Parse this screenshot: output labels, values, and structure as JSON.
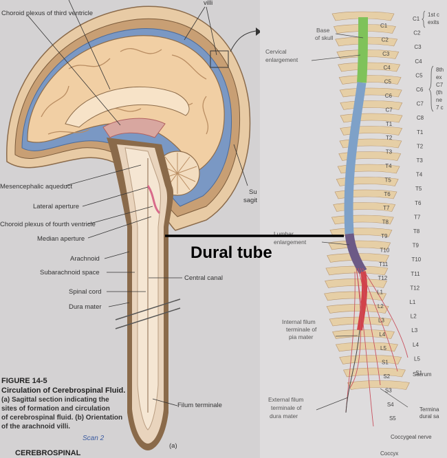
{
  "left": {
    "labels": {
      "choroid_plexus_third": "Choroid plexus of third ventricle",
      "villi": "villi",
      "mesencephalic_aqueduct": "Mesencephalic aqueduct",
      "lateral_aperture": "Lateral aperture",
      "choroid_plexus_fourth": "Choroid plexus of fourth ventricle",
      "median_aperture": "Median aperture",
      "arachnoid": "Arachnoid",
      "subarachnoid_space": "Subarachnoid space",
      "spinal_cord": "Spinal cord",
      "dura_mater": "Dura mater",
      "central_canal": "Central canal",
      "filum_terminale": "Filum terminale",
      "sup_sagittal_1": "Su",
      "sup_sagittal_2": "sagit",
      "panel_letter": "(a)"
    },
    "figure": {
      "number": "FIGURE 14-5",
      "title": "Circulation of Cerebrospinal Fluid.",
      "caption_lines": [
        "(a) Sagittal section indicating the",
        "sites of formation and circulation",
        "of cerebrospinal fluid. (b) Orientation",
        "of the arachnoid villi."
      ],
      "scan": "Scan 2",
      "next_heading": "CEREBROSPINAL"
    }
  },
  "overlay": {
    "title": "Dural tube"
  },
  "right": {
    "labels": {
      "base_of_skull_1": "Base",
      "base_of_skull_2": "of skull",
      "cervical_1": "Cervical",
      "cervical_2": "enlargement",
      "lumbar_1": "Lumbar",
      "lumbar_2": "enlargement",
      "internal_filum_1": "Internal filum",
      "internal_filum_2": "terminale of",
      "internal_filum_3": "pia mater",
      "external_filum_1": "External filum",
      "external_filum_2": "terminale of",
      "external_filum_3": "dura mater",
      "sacrum": "Sacrum",
      "coccygeal_nerve": "Coccygeal nerve",
      "coccyx": "Coccyx",
      "terminal_1": "Termina",
      "terminal_2": "dural sa"
    },
    "bracket_c1": [
      "1st c",
      "exits"
    ],
    "bracket_c8": [
      "8th",
      "ex",
      "C7",
      "(th",
      "ne",
      "7 c"
    ],
    "segments_left": [
      "C1",
      "C2",
      "C3",
      "C4",
      "C5",
      "C6",
      "C7",
      "T1",
      "T2",
      "T3",
      "T4",
      "T5",
      "T6",
      "T7",
      "T8",
      "T9",
      "T10",
      "T11",
      "T12",
      "L1",
      "L2",
      "L3",
      "L4",
      "L5",
      "S1",
      "S2",
      "S3",
      "S4",
      "S5"
    ],
    "segments_right": [
      "C1",
      "C2",
      "C3",
      "C4",
      "C5",
      "C6",
      "C7",
      "C8",
      "T1",
      "T2",
      "T3",
      "T4",
      "T5",
      "T6",
      "T7",
      "T8",
      "T9",
      "T10",
      "T11",
      "T12",
      "L1",
      "L2",
      "L3",
      "L4",
      "L5",
      "S1"
    ],
    "colors": {
      "cervical": "#7fc25a",
      "thoracic": "#7ea1c8",
      "lumbar": "#6c5a86",
      "sacral": "#d2424a"
    }
  }
}
